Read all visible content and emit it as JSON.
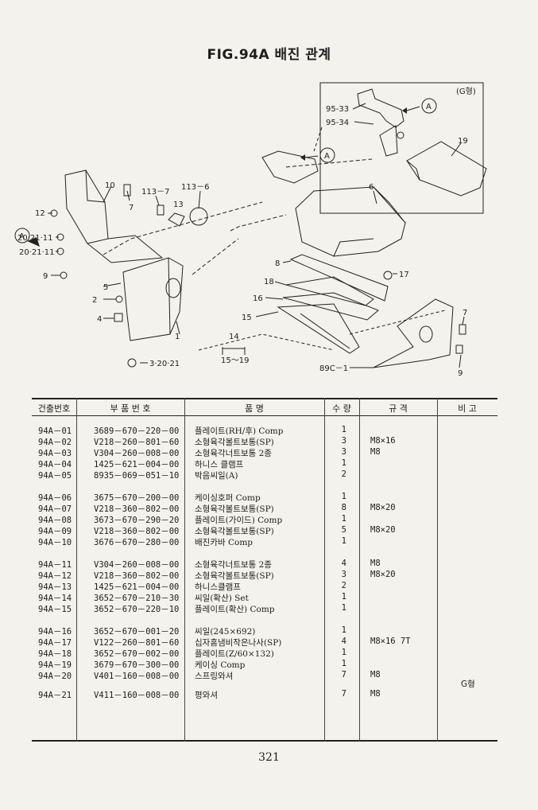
{
  "title": "FIG.94A 배진 관계",
  "diagram": {
    "inset_label": "(G형)",
    "callouts": {
      "c10": "10",
      "c7a": "7",
      "c113_7": "113－7",
      "c113_6": "113－6",
      "c13": "13",
      "c12": "12",
      "c20_21_11a": "20·21·11",
      "c20_21_11b": "20·21·11",
      "c9a": "9",
      "c5": "5",
      "c2": "2",
      "c4": "4",
      "c1": "1",
      "c3_20_21": "3·20·21",
      "c14": "14",
      "c15_19": "15～19",
      "c8": "8",
      "c18": "18",
      "c16": "16",
      "c15": "15",
      "c17": "17",
      "c6": "6",
      "c7b": "7",
      "c9b": "9",
      "c89c1": "89C－1",
      "c95_33": "95-33",
      "c95_34": "95-34",
      "c19": "19",
      "marker_a": "A"
    }
  },
  "table": {
    "headers": {
      "no": "건출번호",
      "part_no": "부 품 번 호",
      "name": "품  명",
      "qty": "수 량",
      "spec": "규 격",
      "note": "비 고"
    },
    "rows": [
      {
        "no": "94A－01",
        "part_no": "3689－670－220－00",
        "name": "플레이트(RH/후) Comp",
        "qty": "1",
        "spec": "",
        "note": ""
      },
      {
        "no": "94A－02",
        "part_no": "V218－260－801－60",
        "name": "소형육각볼트보통(SP)",
        "qty": "3",
        "spec": "M8×16",
        "note": ""
      },
      {
        "no": "94A－03",
        "part_no": "V304－260－008－00",
        "name": "소형육각너트보통 2종",
        "qty": "3",
        "spec": "M8",
        "note": ""
      },
      {
        "no": "94A－04",
        "part_no": "1425－621－004－00",
        "name": "하니스 클램프",
        "qty": "1",
        "spec": "",
        "note": ""
      },
      {
        "no": "94A－05",
        "part_no": "8935－069－051－10",
        "name": "박음씨일(A)",
        "qty": "2",
        "spec": "",
        "note": ""
      },
      {
        "no": "94A－06",
        "part_no": "3675－670－200－00",
        "name": "케이싱호퍼 Comp",
        "qty": "1",
        "spec": "",
        "note": ""
      },
      {
        "no": "94A－07",
        "part_no": "V218－360－802－00",
        "name": "소형육각볼트보통(SP)",
        "qty": "8",
        "spec": "M8×20",
        "note": ""
      },
      {
        "no": "94A－08",
        "part_no": "3673－670－290－20",
        "name": "플레이트(가이드) Comp",
        "qty": "1",
        "spec": "",
        "note": ""
      },
      {
        "no": "94A－09",
        "part_no": "V218－360－802－00",
        "name": "소형육각볼트보통(SP)",
        "qty": "5",
        "spec": "M8×20",
        "note": ""
      },
      {
        "no": "94A－10",
        "part_no": "3676－670－280－00",
        "name": "배진카바 Comp",
        "qty": "1",
        "spec": "",
        "note": ""
      },
      {
        "no": "94A－11",
        "part_no": "V304－260－008－00",
        "name": "소형육각너트보통 2종",
        "qty": "4",
        "spec": "M8",
        "note": ""
      },
      {
        "no": "94A－12",
        "part_no": "V218－360－802－00",
        "name": "소형육각볼트보통(SP)",
        "qty": "3",
        "spec": "M8×20",
        "note": ""
      },
      {
        "no": "94A－13",
        "part_no": "1425－621－004－00",
        "name": "하니스클램프",
        "qty": "2",
        "spec": "",
        "note": ""
      },
      {
        "no": "94A－14",
        "part_no": "3652－670－210－30",
        "name": "씨일(확산) Set",
        "qty": "1",
        "spec": "",
        "note": ""
      },
      {
        "no": "94A－15",
        "part_no": "3652－670－220－10",
        "name": "플레이트(확산) Comp",
        "qty": "1",
        "spec": "",
        "note": ""
      },
      {
        "no": "94A－16",
        "part_no": "3652－670－001－20",
        "name": "씨일(245×692)",
        "qty": "1",
        "spec": "",
        "note": ""
      },
      {
        "no": "94A－17",
        "part_no": "V122－260－801－60",
        "name": "십자홈냄비작은나사(SP)",
        "qty": "4",
        "spec": "M8×16 7T",
        "note": ""
      },
      {
        "no": "94A－18",
        "part_no": "3652－670－002－00",
        "name": "플레이트(Z/60×132)",
        "qty": "1",
        "spec": "",
        "note": ""
      },
      {
        "no": "94A－19",
        "part_no": "3679－670－300－00",
        "name": "케이싱 Comp",
        "qty": "1",
        "spec": "",
        "note": ""
      },
      {
        "no": "94A－20",
        "part_no": "V401－160－008－00",
        "name": "스프링와셔",
        "qty": "7",
        "spec": "M8",
        "note": ""
      },
      {
        "no": "",
        "part_no": "",
        "name": "",
        "qty": "",
        "spec": "",
        "note": "G형"
      },
      {
        "no": "94A－21",
        "part_no": "V411－160－008－00",
        "name": "평와셔",
        "qty": "7",
        "spec": "M8",
        "note": ""
      }
    ]
  },
  "page_number": "321"
}
